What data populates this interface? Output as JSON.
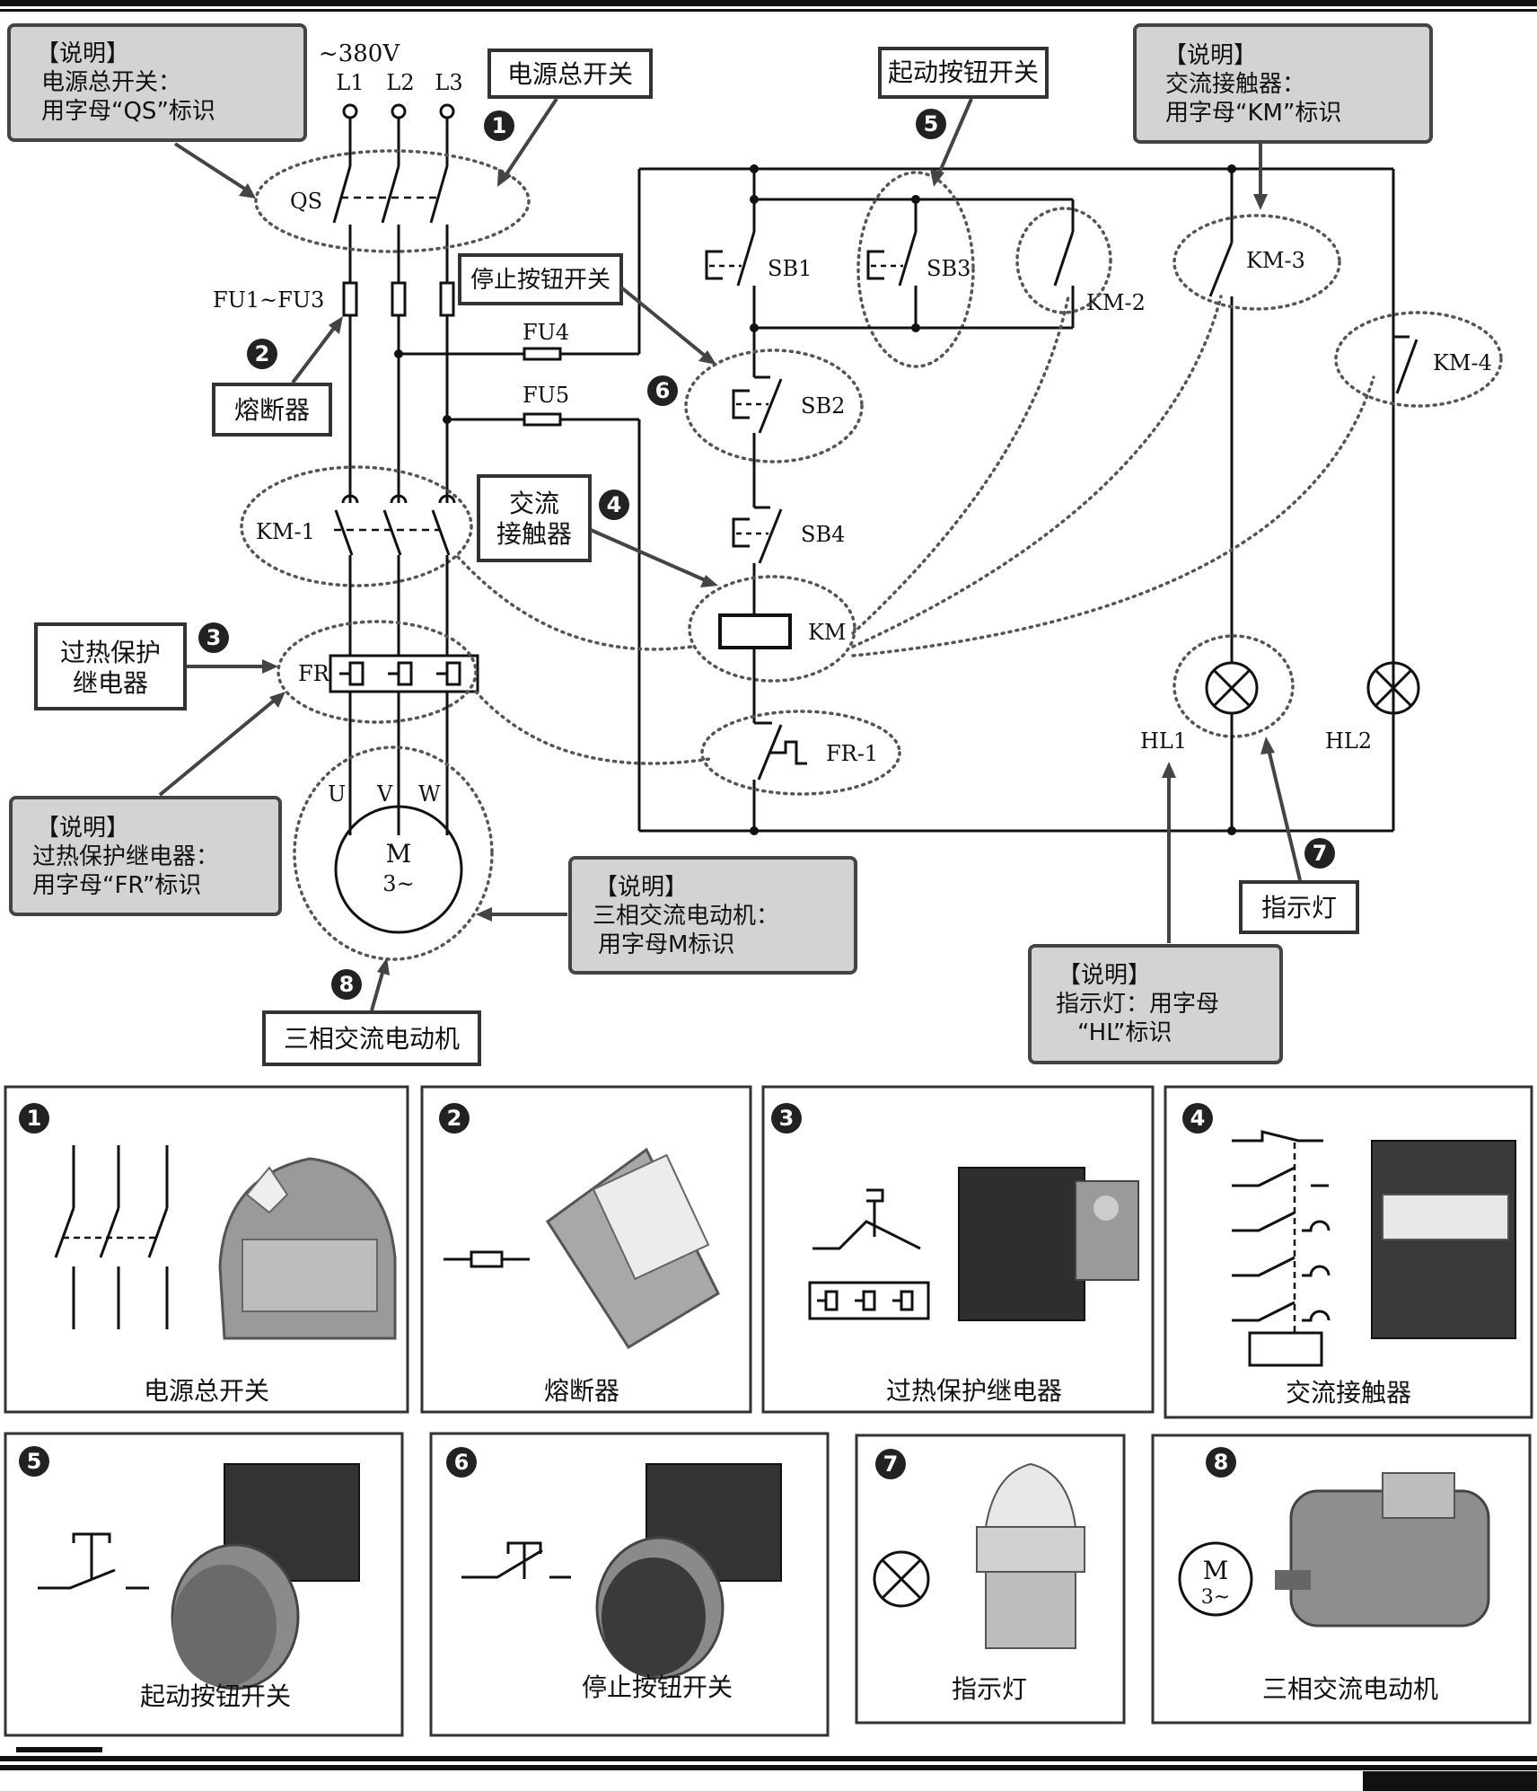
{
  "title_bar": "",
  "power": {
    "voltage": "~380V",
    "phases": [
      "L1",
      "L2",
      "L3"
    ]
  },
  "labels": {
    "qs": "QS",
    "fu1_3": "FU1~FU3",
    "fu4": "FU4",
    "fu5": "FU5",
    "km1": "KM-1",
    "km2": "KM-2",
    "km3": "KM-3",
    "km4": "KM-4",
    "km": "KM",
    "fr": "FR",
    "fr1": "FR-1",
    "sb1": "SB1",
    "sb2": "SB2",
    "sb3": "SB3",
    "sb4": "SB4",
    "hl1": "HL1",
    "hl2": "HL2",
    "u": "U",
    "v": "V",
    "w": "W",
    "motor_m": "M",
    "motor_3": "3~"
  },
  "callouts": {
    "main_switch": "电源总开关",
    "start_button": "起动按钮开关",
    "stop_button": "停止按钮开关",
    "fuse": "熔断器",
    "contactor": [
      "交流",
      "接触器"
    ],
    "thermal_relay": [
      "过热保护",
      "继电器"
    ],
    "indicator": "指示灯",
    "motor": "三相交流电动机"
  },
  "notes": {
    "qs": [
      "【说明】",
      "电源总开关：",
      "用字母“QS”标识"
    ],
    "km": [
      "【说明】",
      "交流接触器：",
      "用字母“KM”标识"
    ],
    "fr": [
      "【说明】",
      "过热保护继电器：",
      "用字母“FR”标识"
    ],
    "m": [
      "【说明】",
      "三相交流电动机：",
      "用字母M标识"
    ],
    "hl": [
      "【说明】",
      "指示灯：用字母",
      "“HL”标识"
    ]
  },
  "numbers": [
    "1",
    "2",
    "3",
    "4",
    "5",
    "6",
    "7",
    "8"
  ],
  "panels": [
    {
      "num": "1",
      "caption": "电源总开关"
    },
    {
      "num": "2",
      "caption": "熔断器"
    },
    {
      "num": "3",
      "caption": "过热保护继电器"
    },
    {
      "num": "4",
      "caption": "交流接触器"
    },
    {
      "num": "5",
      "caption": "起动按钮开关"
    },
    {
      "num": "6",
      "caption": "停止按钮开关"
    },
    {
      "num": "7",
      "caption": "指示灯"
    },
    {
      "num": "8",
      "caption": "三相交流电动机"
    }
  ]
}
